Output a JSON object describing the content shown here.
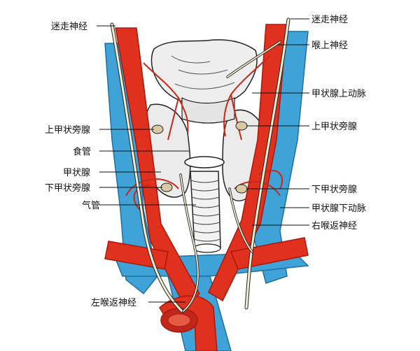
{
  "labels": {
    "vagus_left": "迷走神经",
    "vagus_right": "迷走神经",
    "superior_laryngeal_nerve": "喉上神经",
    "superior_thyroid_artery": "甲状腺上动脉",
    "superior_parathyroid_left": "上甲状旁腺",
    "superior_parathyroid_right": "上甲状旁腺",
    "esophagus": "食管",
    "thyroid_gland": "甲状腺",
    "inferior_parathyroid_left": "下甲状旁腺",
    "inferior_parathyroid_right": "下甲状旁腺",
    "trachea": "气管",
    "inferior_thyroid_artery": "甲状腺下动脉",
    "right_recurrent_laryngeal_nerve": "右喉返神经",
    "left_recurrent_laryngeal_nerve": "左喉返神经"
  },
  "colors": {
    "artery": "#e0301e",
    "artery_dark": "#a8190e",
    "vein": "#3fa3d8",
    "vein_dark": "#1f6f9f",
    "nerve": "#f3eccf",
    "gland": "#eeeeee",
    "outline": "#222222"
  }
}
